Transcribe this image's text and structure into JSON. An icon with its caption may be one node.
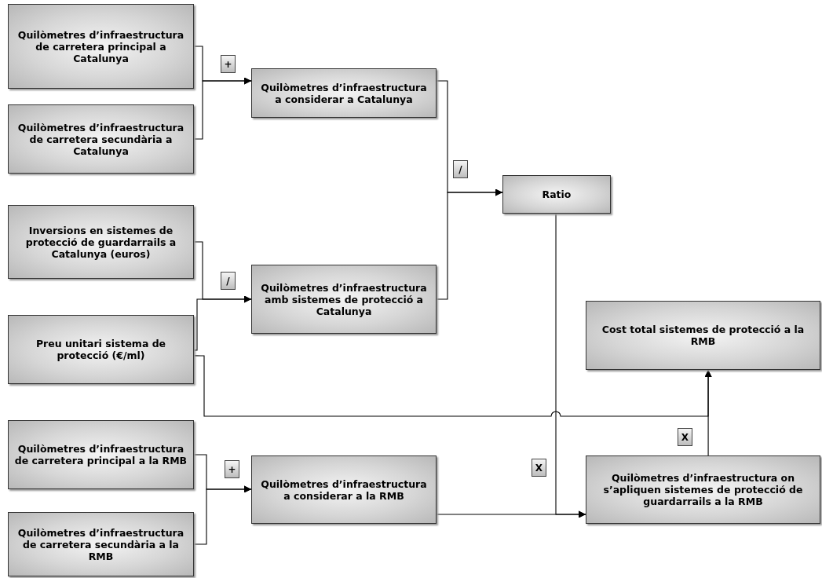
{
  "diagram": {
    "nodes": [
      {
        "text": [
          "Quilòmetres d’infraestructura de carretera principal a Catalunya"
        ]
      },
      {
        "text": [
          "Quilòmetres d’infraestructura de carretera secundària a Catalunya"
        ]
      },
      {
        "text": [
          "Quilòmetres d’infraestructura a considerar a Catalunya"
        ]
      },
      {
        "text": [
          "Ratio"
        ]
      },
      {
        "text": [
          "Inversions en sistemes de protecció de guardarrails a Catalunya (euros)"
        ]
      },
      {
        "text": [
          "Quilòmetres d’infraestructura amb sistemes de protecció a Catalunya"
        ]
      },
      {
        "text": [
          "Preu unitari sistema de protecció (€/ml)"
        ]
      },
      {
        "text": [
          "Cost total sistemes de protecció a la RMB"
        ]
      },
      {
        "text": [
          "Quilòmetres d’infraestructura de carretera principal a la RMB"
        ]
      },
      {
        "text": [
          "Quilòmetres d’infraestructura a considerar a la RMB"
        ]
      },
      {
        "text": [
          "Quilòmetres d’infraestructura on s’apliquen sistemes de protecció de guardarrails a la RMB"
        ]
      },
      {
        "text": [
          "Quilòmetres d’infraestructura de carretera secundària a la RMB"
        ]
      }
    ],
    "edges": [
      {
        "from": 0,
        "to": 2,
        "arrow": "to"
      },
      {
        "from": 1,
        "to": 2,
        "arrow": "to"
      },
      {
        "from": 2,
        "to": 3,
        "arrow": "to"
      },
      {
        "from": 5,
        "to": 3,
        "arrow": "to"
      },
      {
        "from": 4,
        "to": 5,
        "arrow": "to"
      },
      {
        "from": 6,
        "to": 5,
        "arrow": "to"
      },
      {
        "from": 8,
        "to": 9,
        "arrow": "to"
      },
      {
        "from": 11,
        "to": 9,
        "arrow": "to"
      },
      {
        "from": 9,
        "to": 10,
        "arrow": "to"
      },
      {
        "from": 3,
        "to": 10,
        "arrow": "to"
      },
      {
        "from": 6,
        "to": 7,
        "arrow": "to"
      },
      {
        "from": 10,
        "to": 7,
        "arrow": "to"
      }
    ],
    "labels": [
      "+",
      "/",
      "/",
      "+",
      "X",
      "X"
    ]
  }
}
